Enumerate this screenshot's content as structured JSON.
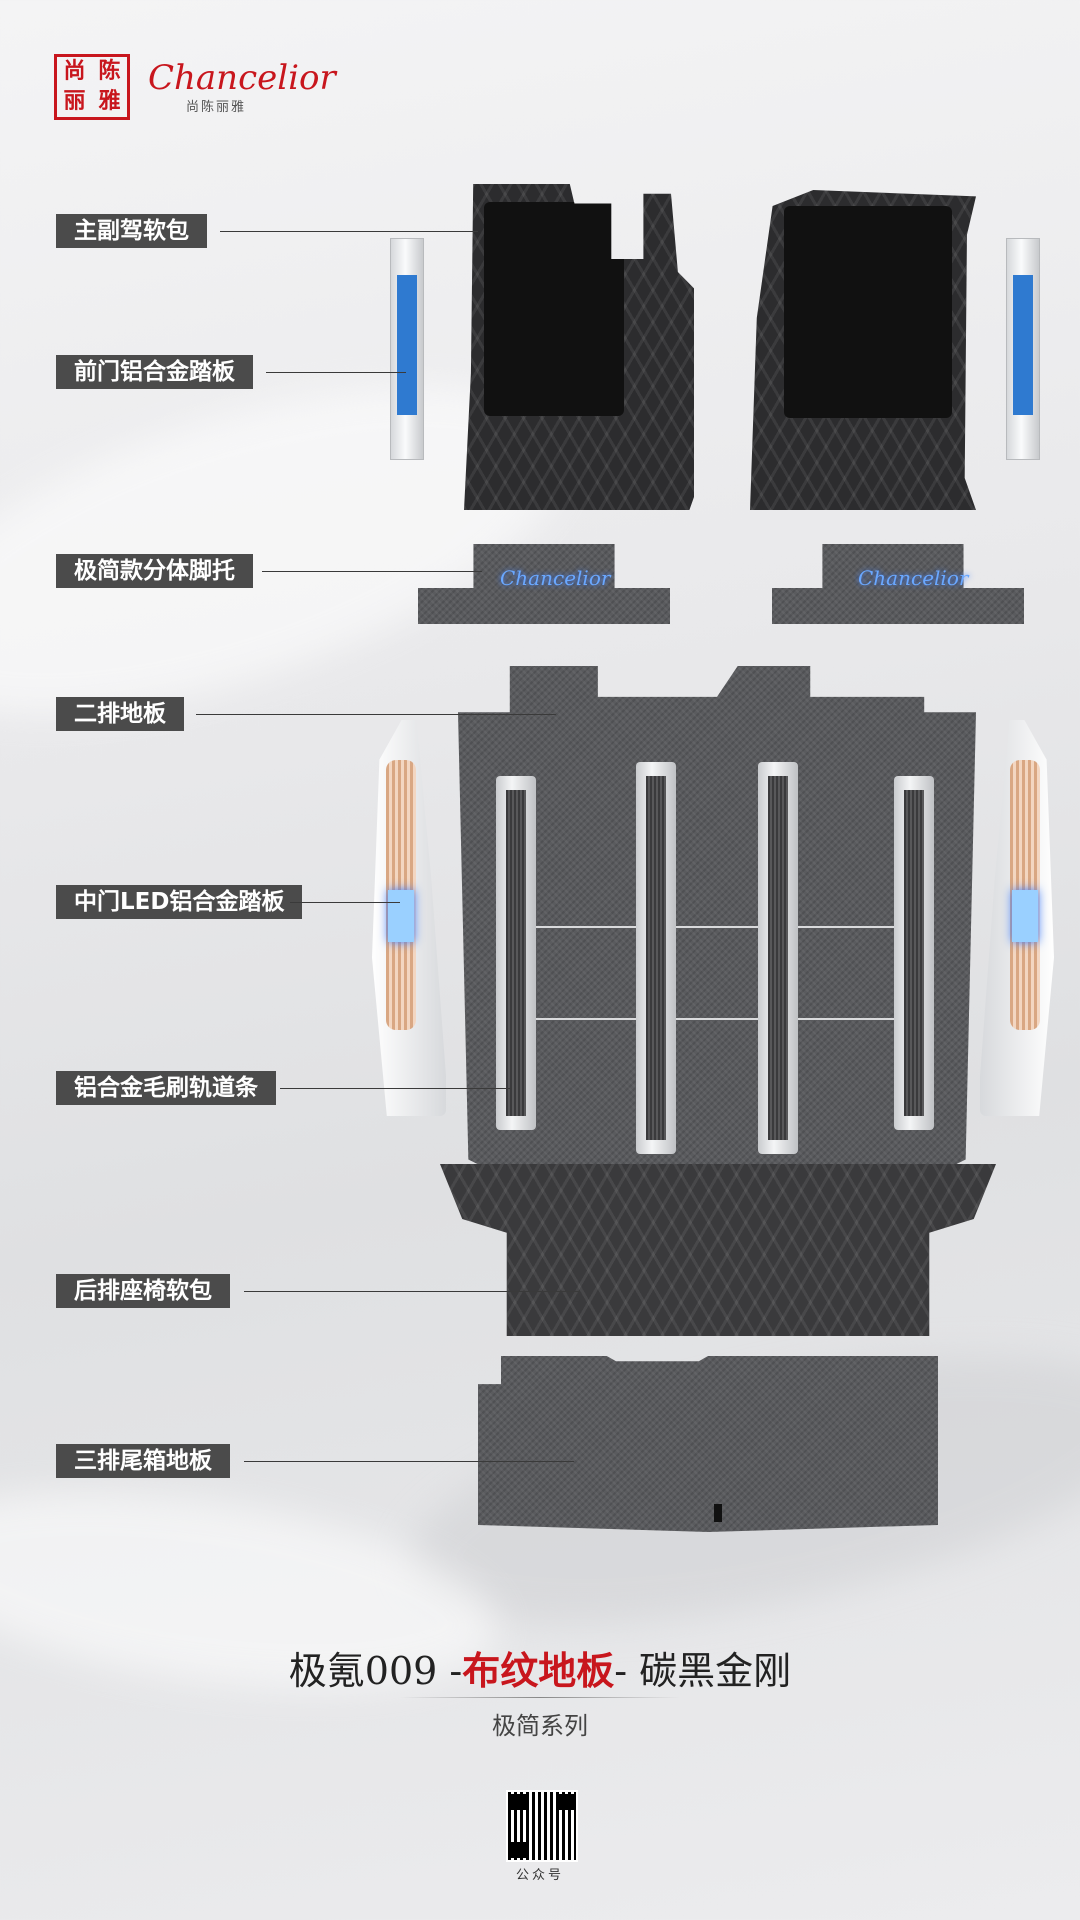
{
  "brand": {
    "logo_mark_text": "尚陈丽雅",
    "name": "Chancelior",
    "name_cn": "尚陈丽雅"
  },
  "parts": [
    {
      "label": "主副驾软包"
    },
    {
      "label": "前门铝合金踏板"
    },
    {
      "label": "极简款分体脚托"
    },
    {
      "label": "二排地板"
    },
    {
      "label": "中门LED铝合金踏板"
    },
    {
      "label": "铝合金毛刷轨道条"
    },
    {
      "label": "后排座椅软包"
    },
    {
      "label": "三排尾箱地板"
    }
  ],
  "product_title": {
    "part1": "极氪009 -",
    "part2": "布纹地板",
    "part3": "- 碳黑金刚",
    "accent_color": "#c8161d"
  },
  "product_subtitle": "极简系列",
  "qr_caption": "公众号",
  "led_text": "Chancelior",
  "colors": {
    "label_bg": "#4b4b4b",
    "led": "#3b7bff"
  }
}
